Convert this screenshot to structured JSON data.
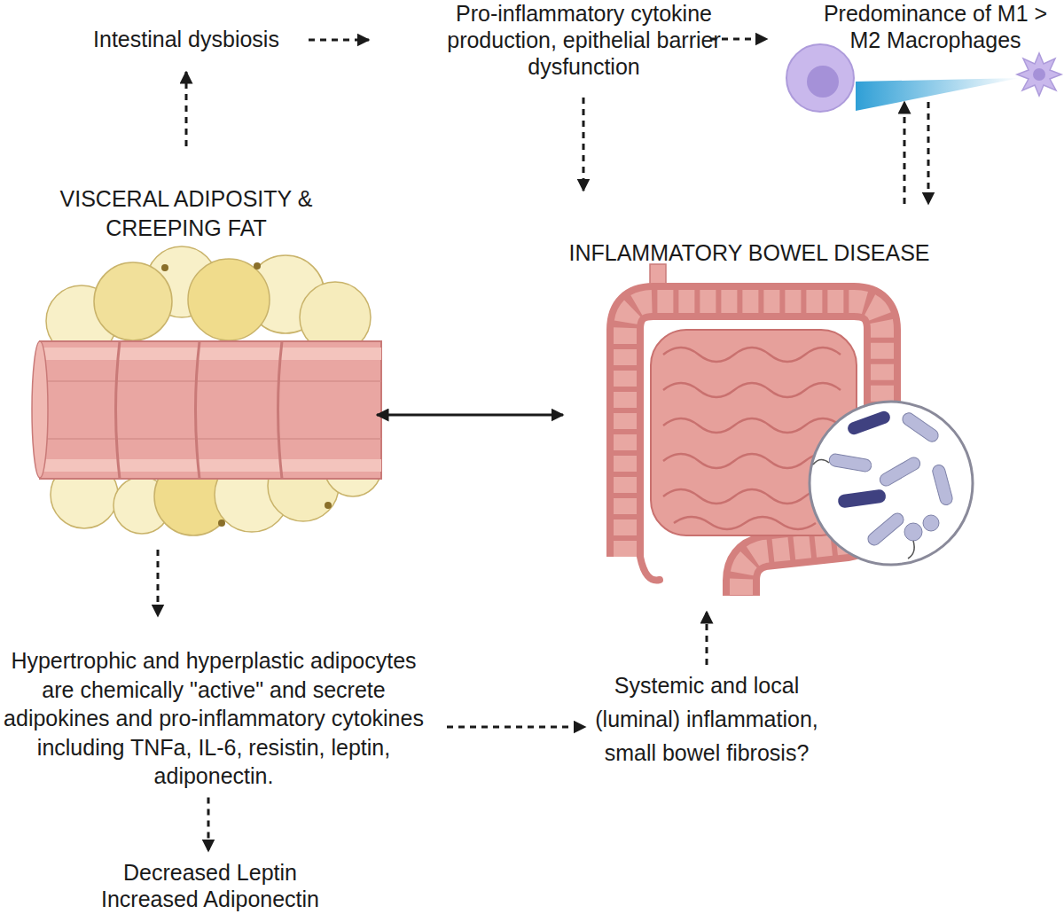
{
  "diagram": {
    "nodes": [
      {
        "text": [
          "Intestinal dysbiosis"
        ]
      },
      {
        "text": [
          "Pro-inflammatory cytokine production, epithelial barrier dysfunction"
        ]
      },
      {
        "text": [
          "Predominance of M1 > M2 Macrophages"
        ]
      },
      {
        "text": [
          "VISCERAL ADIPOSITY & CREEPING FAT"
        ]
      },
      {
        "text": [
          "INFLAMMATORY BOWEL DISEASE"
        ]
      },
      {
        "text": [
          "Hypertrophic and hyperplastic adipocytes are chemically \"active\" and secrete adipokines and pro-inflammatory cytokines including TNFa, IL-6, resistin, leptin, adiponectin."
        ]
      },
      {
        "text": [
          "Systemic and local (luminal) inflammation, small bowel fibrosis?"
        ]
      },
      {
        "text": [
          "Decreased Leptin Increased Adiponectin"
        ]
      }
    ],
    "edges": [
      {
        "from": 3,
        "to": 0,
        "arrow": "to"
      },
      {
        "from": 0,
        "to": 1,
        "arrow": "to"
      },
      {
        "from": 1,
        "to": 2,
        "arrow": "to"
      },
      {
        "from": 1,
        "to": 4,
        "arrow": "to"
      },
      {
        "from": 4,
        "to": 2,
        "arrow": "to"
      },
      {
        "from": 2,
        "to": 4,
        "arrow": "to"
      },
      {
        "from": 3,
        "to": 4,
        "arrow": "both"
      },
      {
        "from": 3,
        "to": 5,
        "arrow": "to"
      },
      {
        "from": 5,
        "to": 6,
        "arrow": "to"
      },
      {
        "from": 6,
        "to": 4,
        "arrow": "to"
      },
      {
        "from": 5,
        "to": 7,
        "arrow": "to"
      }
    ]
  }
}
